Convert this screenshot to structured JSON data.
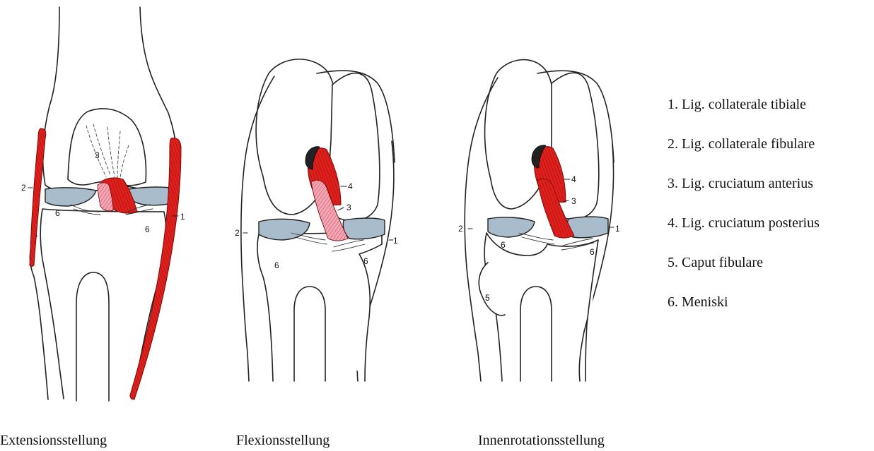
{
  "figures": [
    {
      "caption": "Extensionsstellung",
      "labels": {
        "l1": "1",
        "l2": "2",
        "l3": "3",
        "l6a": "6",
        "l6b": "6"
      }
    },
    {
      "caption": "Flexionsstellung",
      "labels": {
        "l1": "1",
        "l2": "2",
        "l3": "3",
        "l4": "4",
        "l6a": "6",
        "l6b": "6"
      }
    },
    {
      "caption": "Innenrotationsstellung",
      "labels": {
        "l1": "1",
        "l2": "2",
        "l3": "3",
        "l4": "4",
        "l5": "5",
        "l6a": "6",
        "l6b": "6"
      }
    }
  ],
  "legend": [
    "1. Lig. collaterale tibiale",
    "2. Lig. collaterale fibulare",
    "3. Lig. cruciatum anterius",
    "4. Lig. cruciatum posterius",
    "5. Caput fibulare",
    "6. Meniski"
  ],
  "colors": {
    "ligament_red": "#e0201c",
    "ligament_pink": "#f2a6b6",
    "meniscus_blue": "#a9bccb",
    "outline": "#222222"
  }
}
